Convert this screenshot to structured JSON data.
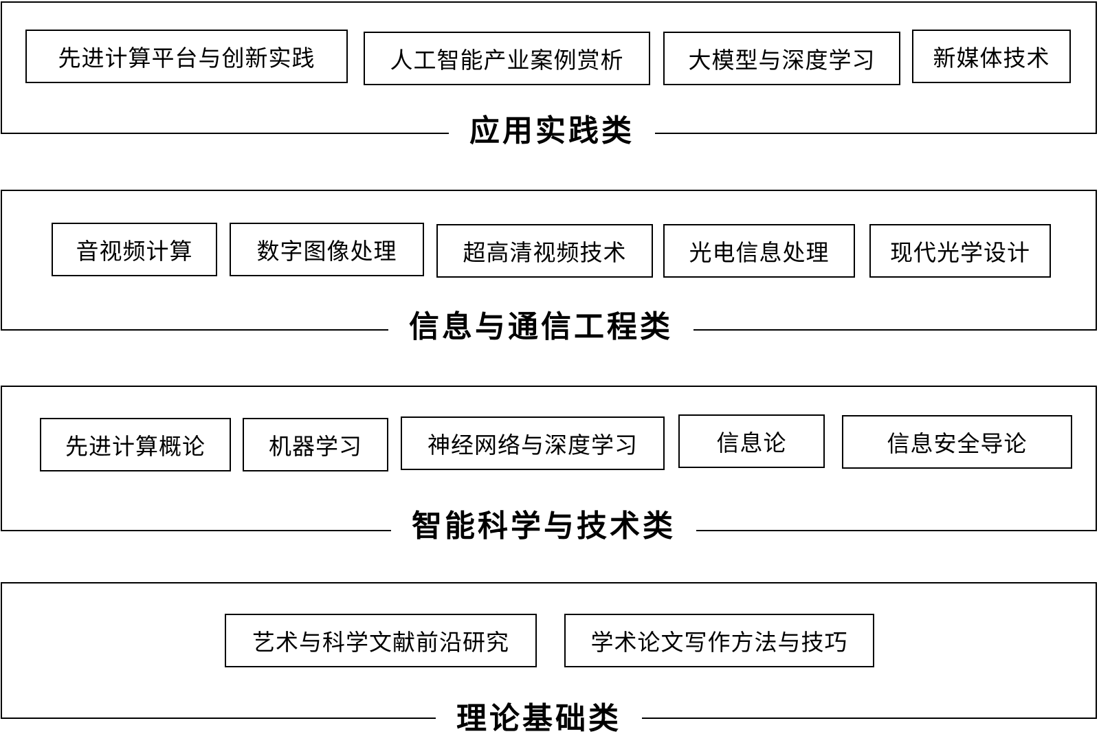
{
  "layers": [
    {
      "title": "应用实践类",
      "courses": [
        "先进计算平台与创新实践",
        "人工智能产业案例赏析",
        "大模型与深度学习",
        "新媒体技术"
      ]
    },
    {
      "title": "信息与通信工程类",
      "courses": [
        "音视频计算",
        "数字图像处理",
        "超高清视频技术",
        "光电信息处理",
        "现代光学设计"
      ]
    },
    {
      "title": "智能科学与技术类",
      "courses": [
        "先进计算概论",
        "机器学习",
        "神经网络与深度学习",
        "信息论",
        "信息安全导论"
      ]
    },
    {
      "title": "理论基础类",
      "courses": [
        "艺术与科学文献前沿研究",
        "学术论文写作方法与技巧"
      ]
    }
  ]
}
